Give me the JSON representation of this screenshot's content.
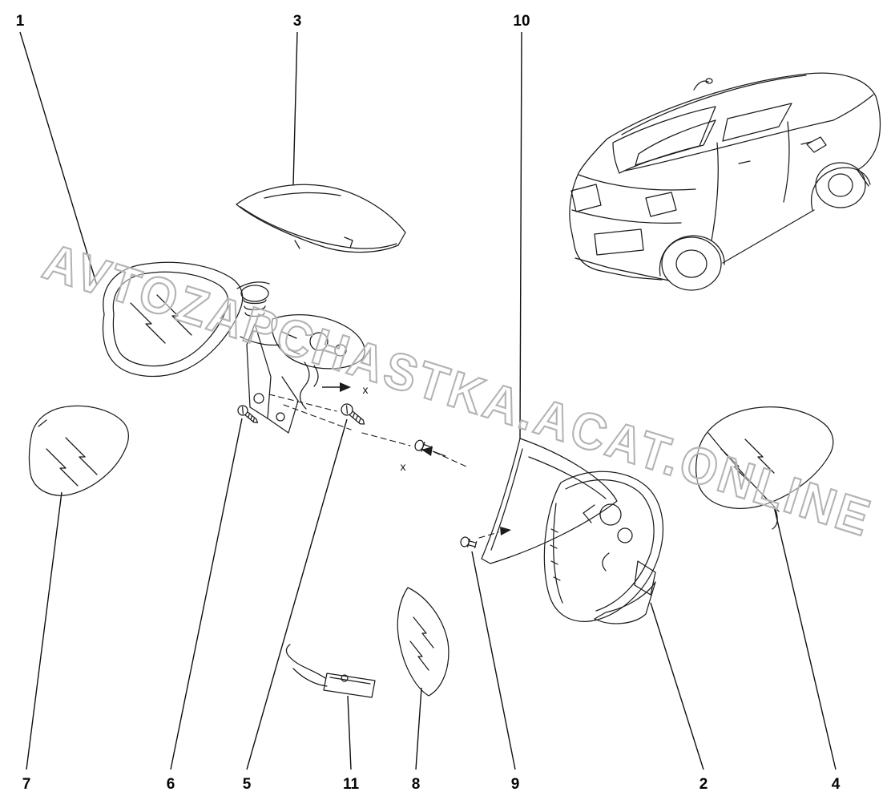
{
  "page": {
    "watermark": {
      "text": "AVTOZAPCHASTKA.ACAT.ONLINE",
      "stroke_color": "#b4b4b4"
    },
    "line_color": "#1c1c1c",
    "background": "#ffffff"
  },
  "callouts": {
    "top": [
      {
        "label": "1"
      },
      {
        "label": "3"
      },
      {
        "label": "10"
      }
    ],
    "bottom": [
      {
        "label": "7"
      },
      {
        "label": "6"
      },
      {
        "label": "5"
      },
      {
        "label": "11"
      },
      {
        "label": "8"
      },
      {
        "label": "9"
      },
      {
        "label": "2"
      },
      {
        "label": "4"
      }
    ]
  },
  "marks": {
    "x_upper": "x",
    "x_lower": "x"
  }
}
